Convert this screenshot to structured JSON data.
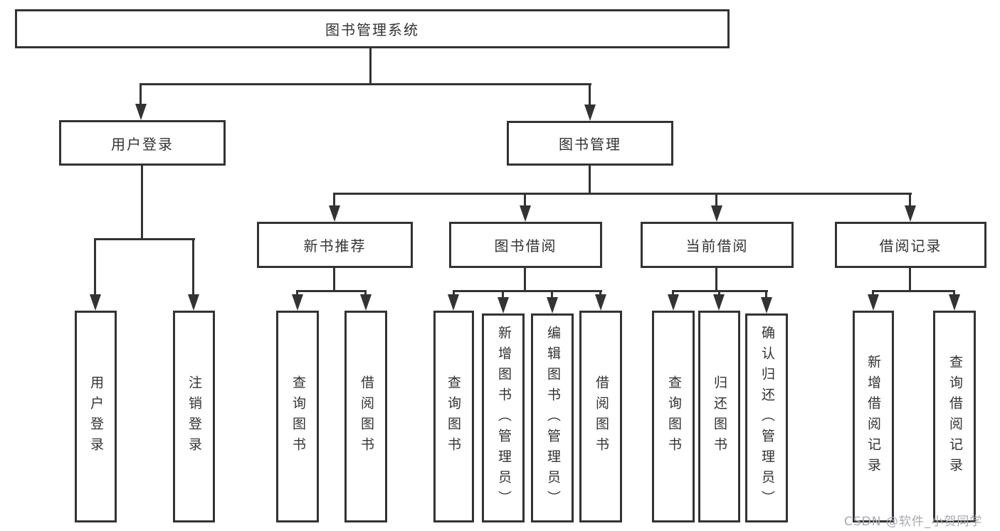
{
  "diagram": {
    "title": "图书管理系统",
    "root": {
      "label": "图书管理系统"
    },
    "branches": [
      {
        "label": "用户登录",
        "children": [
          {
            "label": "用户登录"
          },
          {
            "label": "注销登录"
          }
        ]
      },
      {
        "label": "图书管理",
        "children": [
          {
            "label": "新书推荐",
            "children": [
              {
                "label": "查询图书"
              },
              {
                "label": "借阅图书"
              }
            ]
          },
          {
            "label": "图书借阅",
            "children": [
              {
                "label": "查询图书"
              },
              {
                "label": "新增图书（管理员）"
              },
              {
                "label": "编辑图书（管理员）"
              },
              {
                "label": "借阅图书"
              }
            ]
          },
          {
            "label": "当前借阅",
            "children": [
              {
                "label": "查询图书"
              },
              {
                "label": "归还图书"
              },
              {
                "label": "确认归还（管理员）"
              }
            ]
          },
          {
            "label": "借阅记录",
            "children": [
              {
                "label": "新增借阅记录"
              },
              {
                "label": "查询借阅记录"
              }
            ]
          }
        ]
      }
    ]
  },
  "watermark": {
    "text": "CSDN @软件_小贺同学"
  },
  "colors": {
    "line": "#333333",
    "box_border": "#333333",
    "text": "#333333",
    "watermark": "#a9a9b3",
    "background": "#ffffff"
  }
}
